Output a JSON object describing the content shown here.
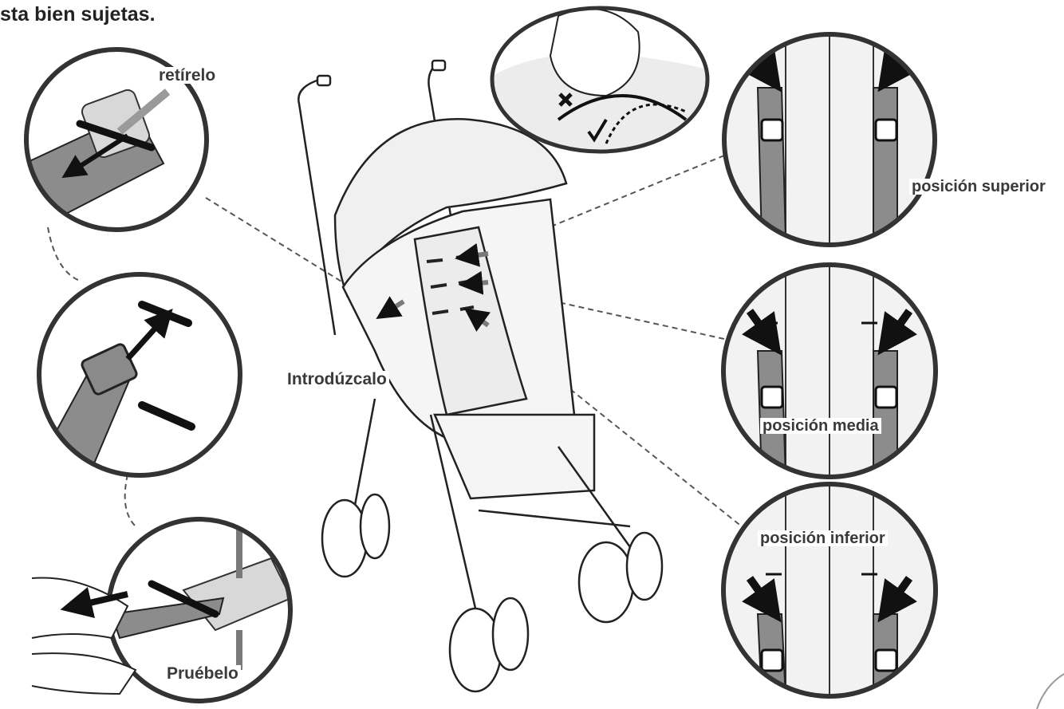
{
  "header": {
    "text": "sta bien sujetas."
  },
  "labels": {
    "remove": "retírelo",
    "insert": "Introdúzcalo",
    "test": "Pruébelo",
    "position_top": "posición superior",
    "position_middle": "posición media",
    "position_bottom": "posición inferior"
  },
  "icons": {
    "cross": "cross-mark-icon",
    "check": "check-mark-icon"
  },
  "colors": {
    "line": "#1a1a1a",
    "strap": "#8c8c8c",
    "strap_dark": "#6e6e6e",
    "arrow": "#111111",
    "arrow_gray": "#7a7a7a",
    "fill_light": "#ececec"
  }
}
